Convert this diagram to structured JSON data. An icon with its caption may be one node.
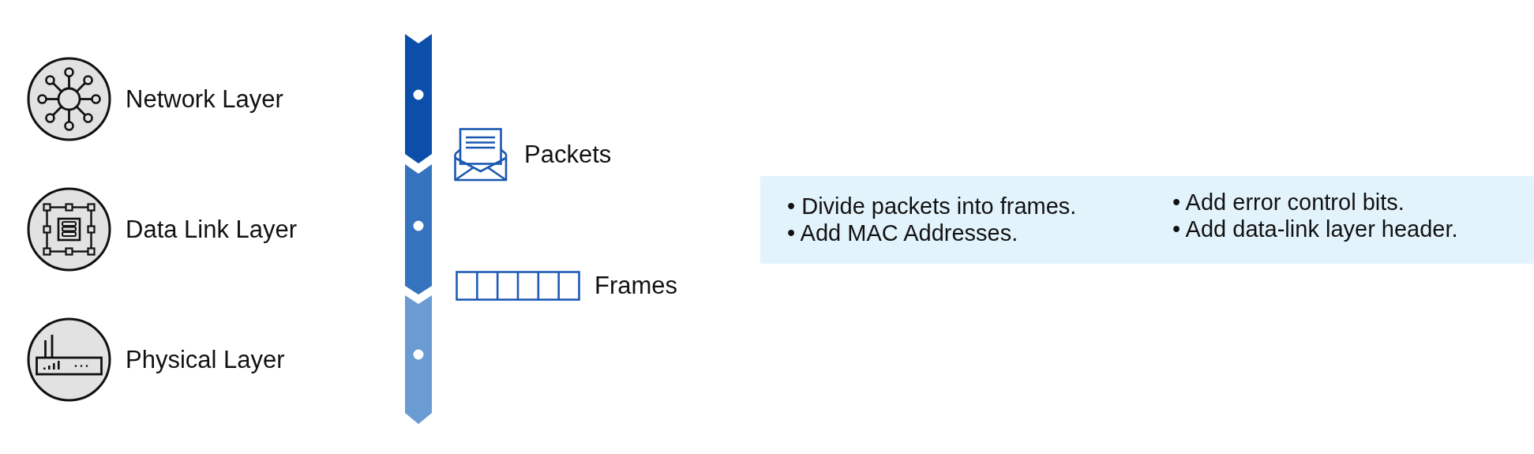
{
  "diagram": {
    "nodes": [
      {
        "text": [
          "Network Layer"
        ]
      },
      {
        "text": [
          "Data Link Layer"
        ]
      },
      {
        "text": [
          "Physical Layer"
        ]
      },
      {
        "text": [
          "Packets"
        ]
      },
      {
        "text": [
          "Frames"
        ]
      },
      {
        "text": [
          "• Divide packets into frames.",
          "• Add MAC Addresses.",
          "• Add error control bits.",
          "• Add data-link layer header."
        ]
      }
    ]
  }
}
